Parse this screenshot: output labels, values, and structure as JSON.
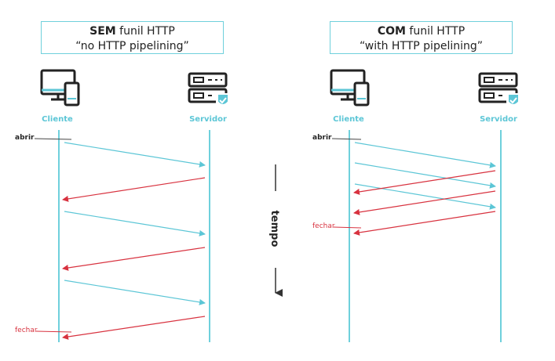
{
  "left": {
    "title_bold": "SEM",
    "title_rest": " funil HTTP",
    "subtitle": "“no HTTP pipelining”",
    "client_label": "Cliente",
    "server_label": "Servidor",
    "open_label": "abrir",
    "close_label": "fechar"
  },
  "right": {
    "title_bold": "COM",
    "title_rest": " funil HTTP",
    "subtitle": "“with HTTP pipelining”",
    "client_label": "Cliente",
    "server_label": "Servidor",
    "open_label": "abrir",
    "close_label": "fechar"
  },
  "time_label": "tempo",
  "colors": {
    "request": "#5cc6d6",
    "response": "#d8323f",
    "lifeline": "#6fd0dc",
    "icon": "#222222"
  }
}
